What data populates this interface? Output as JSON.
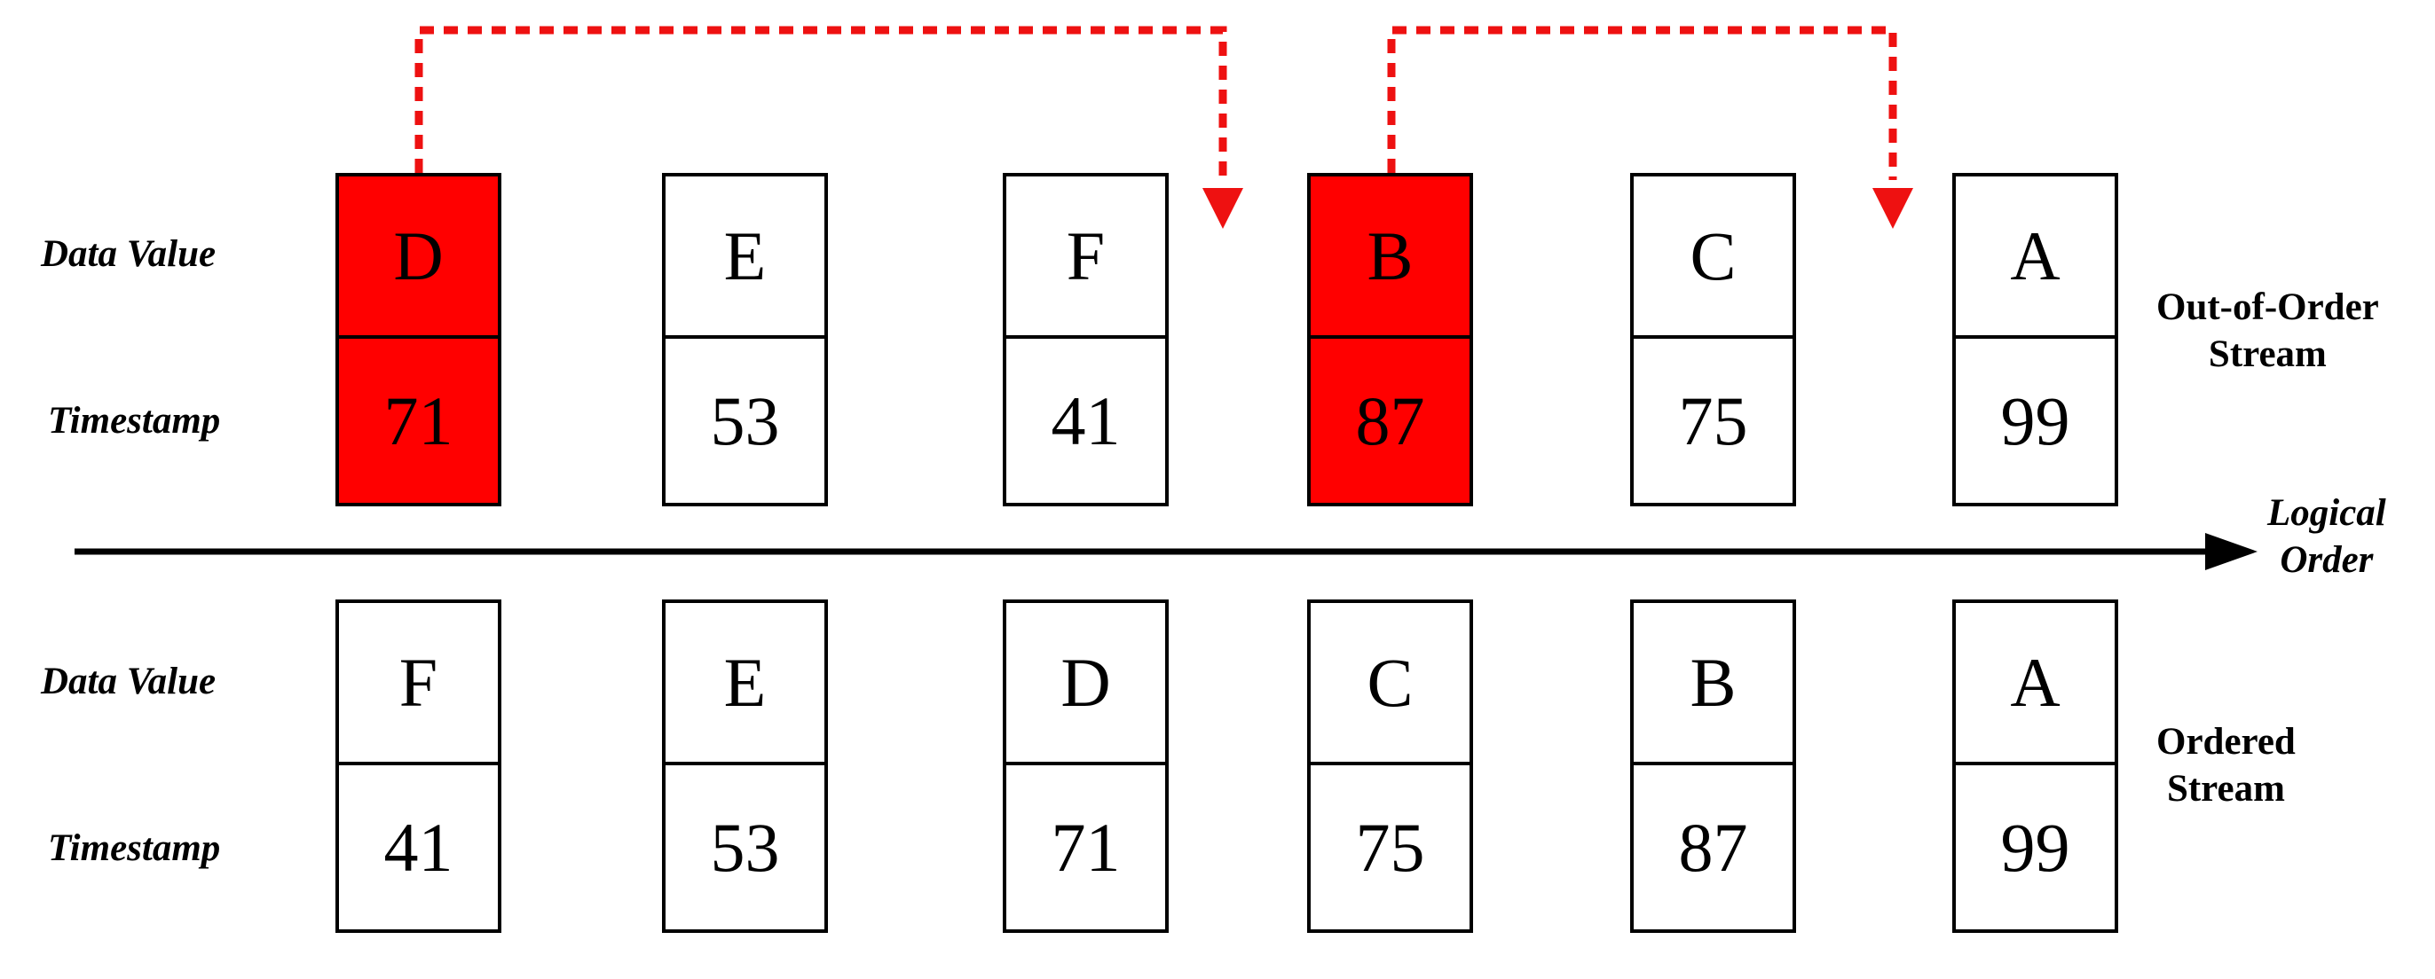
{
  "labels": {
    "data_value": "Data Value",
    "timestamp": "Timestamp",
    "out_of_order_line1": "Out-of-Order",
    "out_of_order_line2": "Stream",
    "ordered_line1": "Ordered",
    "ordered_line2": "Stream",
    "axis_line1": "Logical",
    "axis_line2": "Order"
  },
  "colors": {
    "highlight": "#ff0000",
    "arrow": "#ee1111",
    "box_border": "#000000",
    "axis": "#000000"
  },
  "out_of_order_stream": [
    {
      "value": "D",
      "timestamp": "71",
      "highlighted": true
    },
    {
      "value": "E",
      "timestamp": "53",
      "highlighted": false
    },
    {
      "value": "F",
      "timestamp": "41",
      "highlighted": false
    },
    {
      "value": "B",
      "timestamp": "87",
      "highlighted": true
    },
    {
      "value": "C",
      "timestamp": "75",
      "highlighted": false
    },
    {
      "value": "A",
      "timestamp": "99",
      "highlighted": false
    }
  ],
  "ordered_stream": [
    {
      "value": "F",
      "timestamp": "41"
    },
    {
      "value": "E",
      "timestamp": "53"
    },
    {
      "value": "D",
      "timestamp": "71"
    },
    {
      "value": "C",
      "timestamp": "75"
    },
    {
      "value": "B",
      "timestamp": "87"
    },
    {
      "value": "A",
      "timestamp": "99"
    }
  ],
  "reorder_arrows": [
    {
      "from_item": "D",
      "insert_after": "F"
    },
    {
      "from_item": "B",
      "insert_after": "C"
    }
  ]
}
